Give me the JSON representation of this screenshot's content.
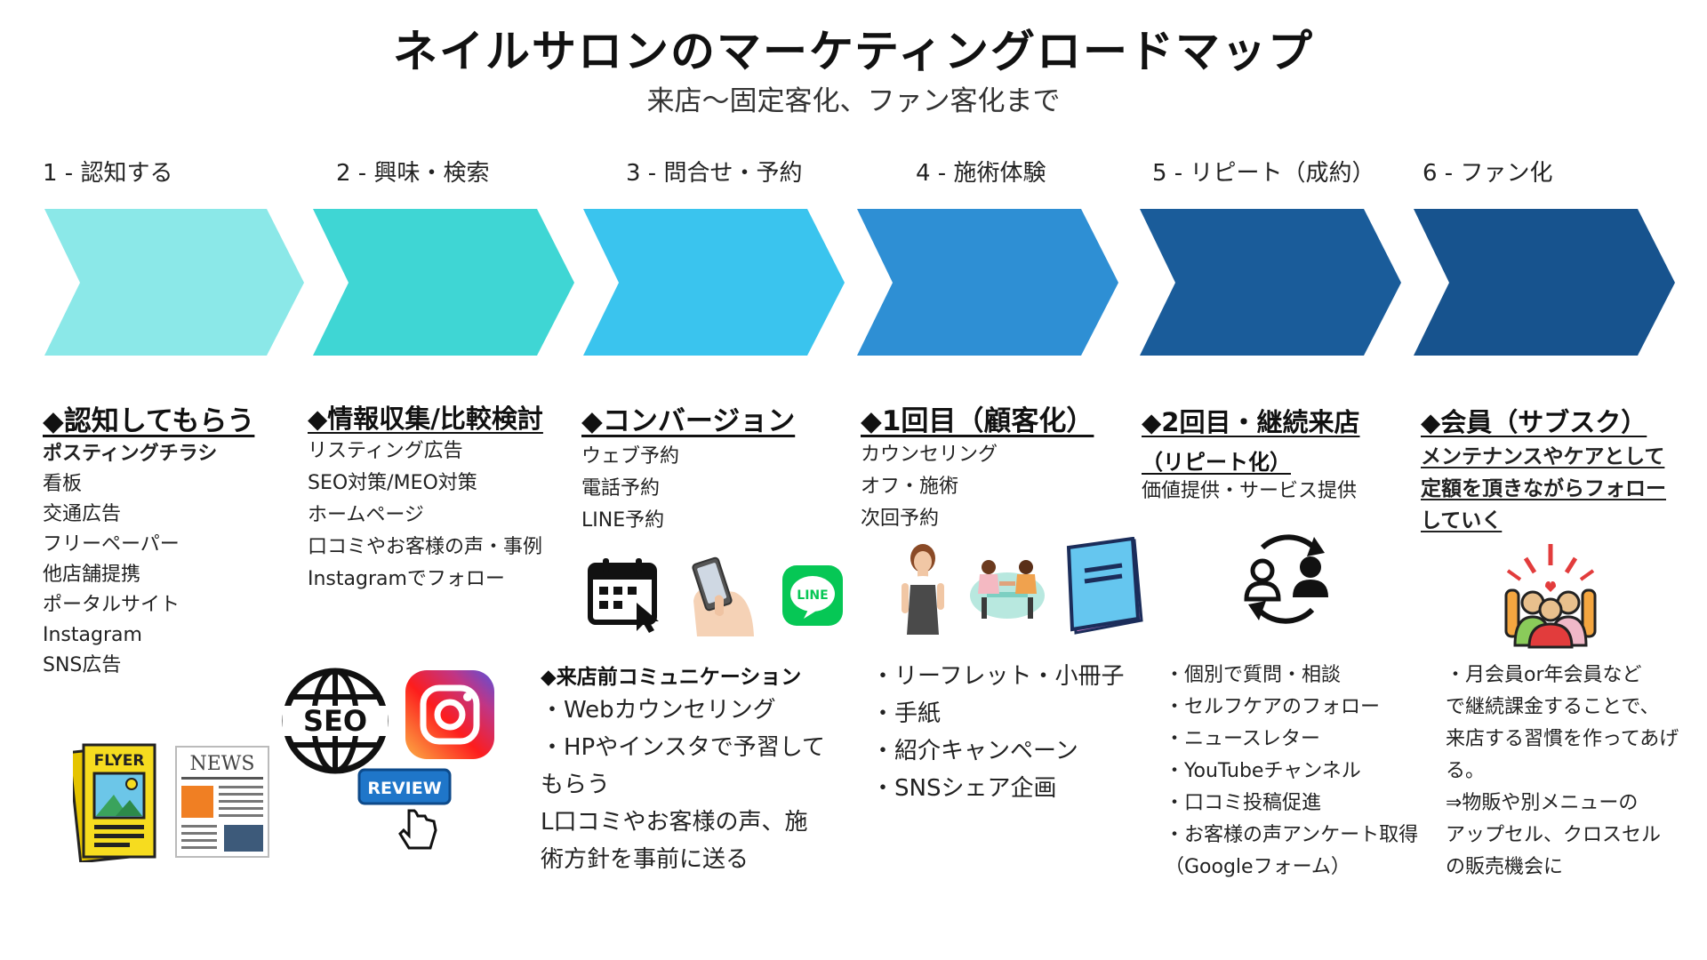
{
  "title": "ネイルサロンのマーケティングロードマップ",
  "subtitle": "来店〜固定客化、ファン客化まで",
  "stages": [
    {
      "label": "1 - 認知する",
      "color": "#8be8e8"
    },
    {
      "label": "2 - 興味・検索",
      "color": "#3fd6d4"
    },
    {
      "label": "3 - 問合せ・予約",
      "color": "#3ac4ee"
    },
    {
      "label": "4 - 施術体験",
      "color": "#2e8fd4"
    },
    {
      "label": "5 - リピート（成約）",
      "color": "#1a5c9a"
    },
    {
      "label": "6 - ファン化",
      "color": "#17538e"
    }
  ],
  "sections": {
    "s1": {
      "heading": "◆認知してもらう",
      "items": [
        "ポスティングチラシ",
        "看板",
        "交通広告",
        "フリーペーパー",
        "他店舗提携",
        "ポータルサイト",
        "Instagram",
        "SNS広告"
      ]
    },
    "s2": {
      "heading": "◆情報収集/比較検討",
      "items": [
        "リスティング広告",
        "SEO対策/MEO対策",
        "ホームページ",
        "口コミやお客様の声・事例",
        "Instagramでフォロー"
      ]
    },
    "s3": {
      "heading": "◆コンバージョン",
      "items": [
        "ウェブ予約",
        "電話予約",
        "LINE予約"
      ],
      "bottom_heading": "◆来店前コミュニケーション",
      "bottom_items": [
        "・Webカウンセリング",
        "・HPやインスタで予習して",
        "もらう",
        "L口コミやお客様の声、施",
        "術方針を事前に送る"
      ]
    },
    "s4": {
      "heading": "◆1回目（顧客化）",
      "items": [
        "カウンセリング",
        "オフ・施術",
        "次回予約"
      ],
      "bottom_items": [
        "・リーフレット・小冊子",
        "・手紙",
        "・紹介キャンペーン",
        "・SNSシェア企画"
      ]
    },
    "s5": {
      "heading": "◆2回目・継続来店",
      "subheading": "（リピート化）",
      "items": [
        "価値提供・サービス提供"
      ],
      "bottom_items": [
        "・個別で質問・相談",
        "・セルフケアのフォロー",
        "・ニュースレター",
        "・YouTubeチャンネル",
        "・口コミ投稿促進",
        "・お客様の声アンケート取得",
        "（Googleフォーム）"
      ]
    },
    "s6": {
      "heading": "◆会員（サブスク）",
      "items": [
        "メンテナンスやケアとして",
        "定額を頂きながらフォロー",
        "していく"
      ],
      "bottom_items": [
        "・月会員or年会員など",
        "で継続課金することで、",
        "来店する習慣を作ってあげ",
        "る。",
        "⇒物販や別メニューの",
        "アップセル、クロスセル",
        "の販売機会に"
      ]
    }
  },
  "icons": {
    "flyer_text": "FLYER",
    "news_text": "NEWS",
    "seo_text": "SEO",
    "review_text": "REVIEW",
    "line_text": "LINE"
  }
}
